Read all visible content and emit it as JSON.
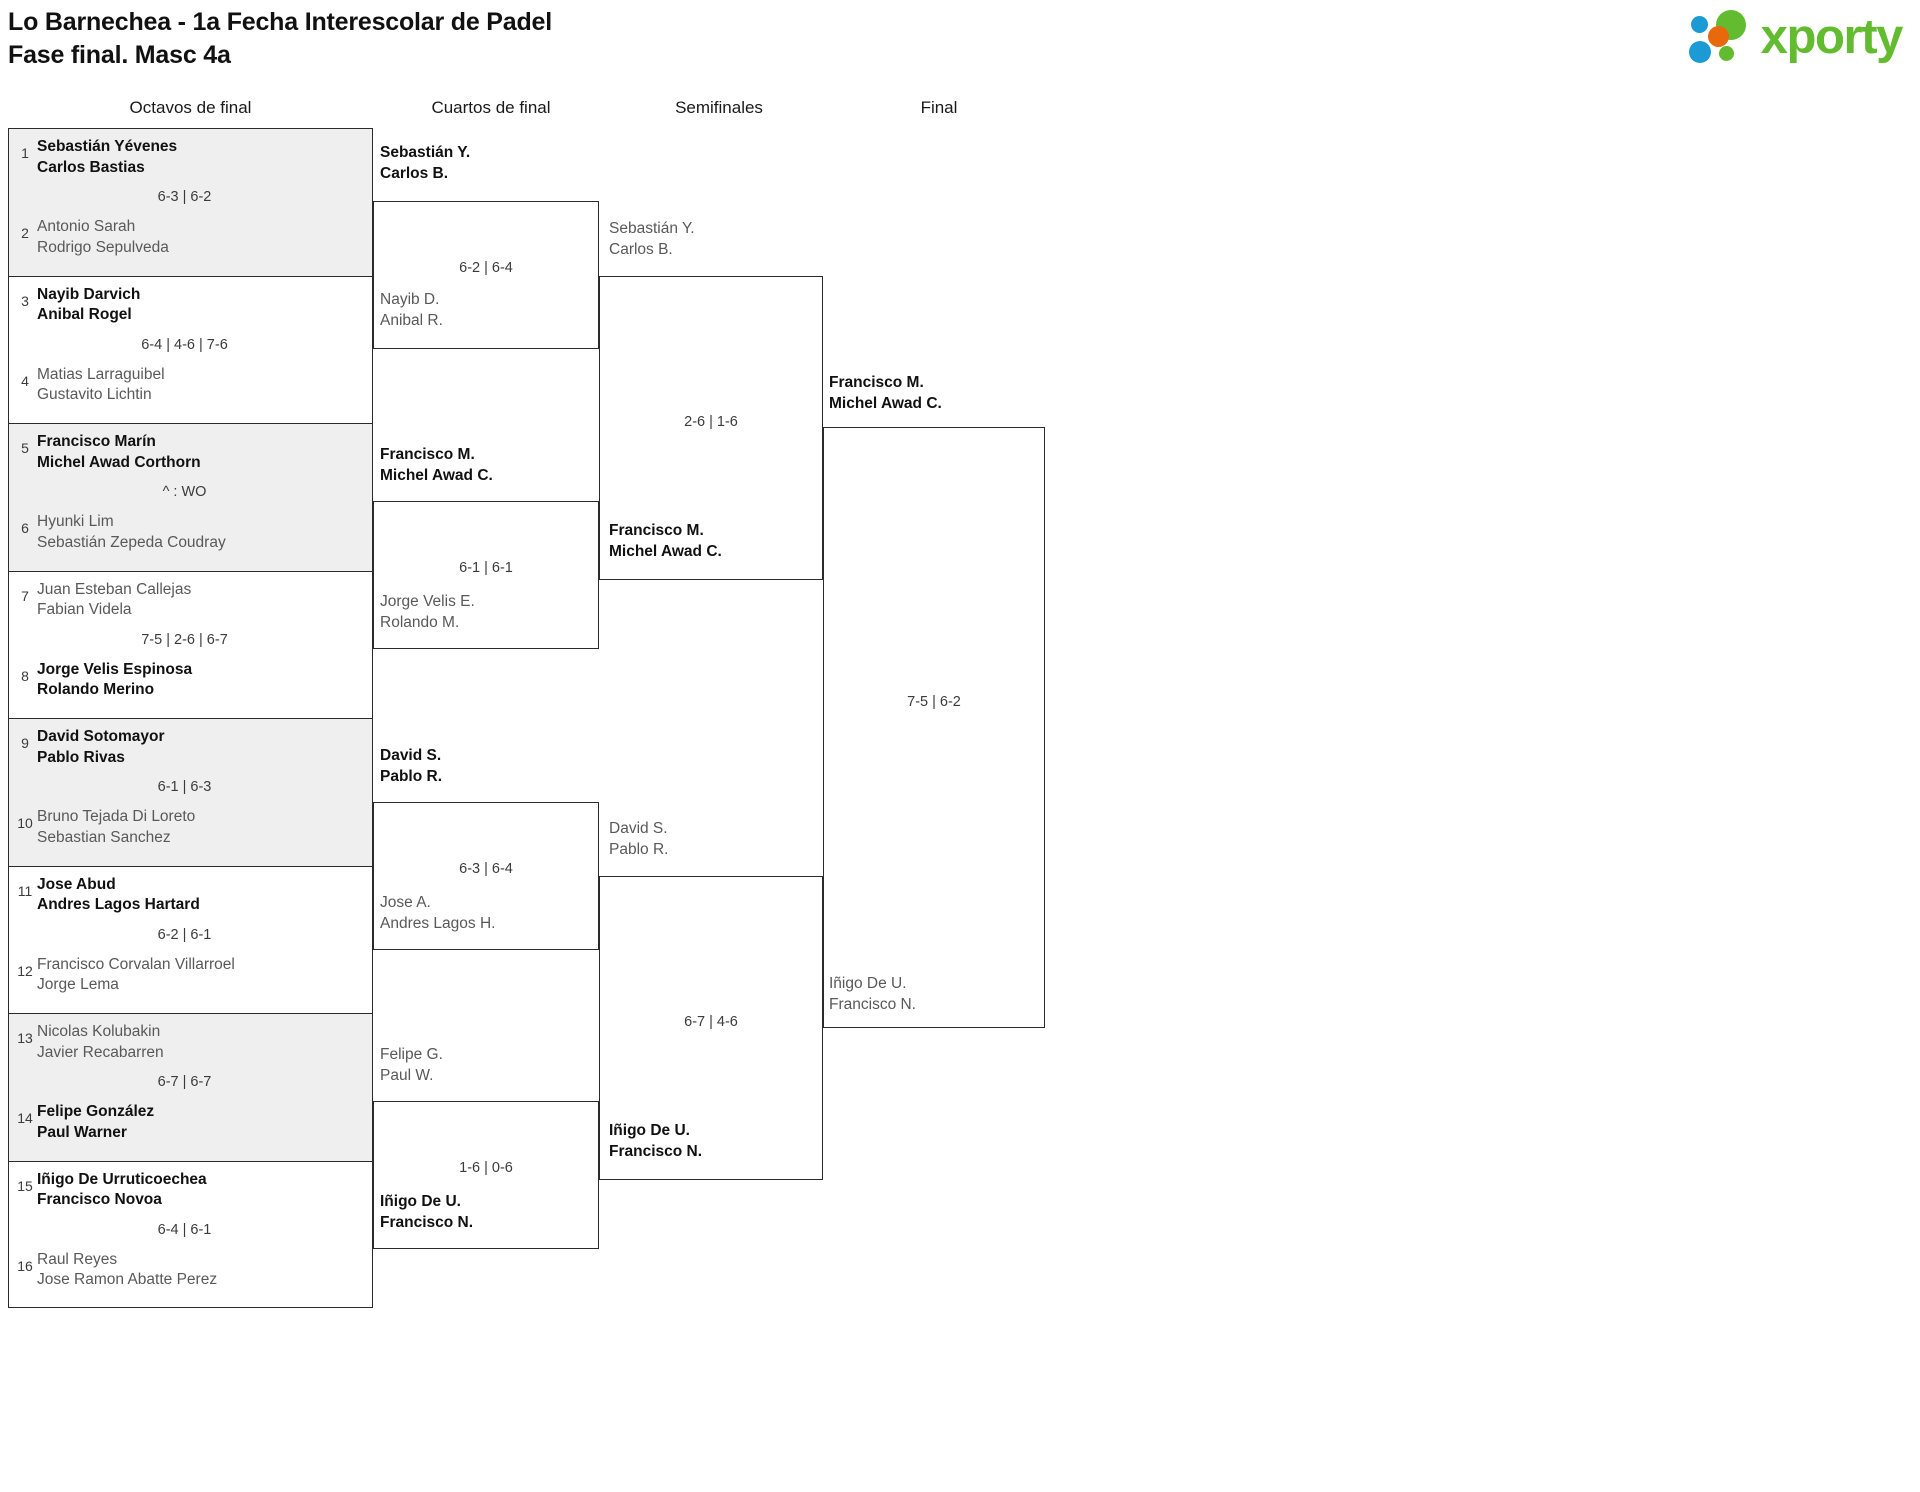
{
  "header": {
    "title_line1": "Lo Barnechea - 1a Fecha Interescolar de Padel",
    "title_line2": "Fase final. Masc 4a",
    "logo_text": "xporty"
  },
  "rounds": [
    {
      "label": "Octavos de final"
    },
    {
      "label": "Cuartos de final"
    },
    {
      "label": "Semifinales"
    },
    {
      "label": "Final"
    }
  ],
  "round_of_16": [
    {
      "seed_top": "1",
      "seed_bot": "2",
      "top": {
        "p1": "Sebastián Yévenes",
        "p2": "Carlos Bastias",
        "result": "winner"
      },
      "bot": {
        "p1": "Antonio Sarah",
        "p2": "Rodrigo Sepulveda",
        "result": "loser"
      },
      "score": "6-3 | 6-2"
    },
    {
      "seed_top": "3",
      "seed_bot": "4",
      "top": {
        "p1": "Nayib Darvich",
        "p2": "Anibal Rogel",
        "result": "winner"
      },
      "bot": {
        "p1": "Matias Larraguibel",
        "p2": "Gustavito Lichtin",
        "result": "loser"
      },
      "score": "6-4 | 4-6 | 7-6"
    },
    {
      "seed_top": "5",
      "seed_bot": "6",
      "top": {
        "p1": "Francisco Marín",
        "p2": "Michel Awad Corthorn",
        "result": "winner"
      },
      "bot": {
        "p1": "Hyunki Lim",
        "p2": "Sebastián Zepeda Coudray",
        "result": "loser"
      },
      "score": "^ : WO"
    },
    {
      "seed_top": "7",
      "seed_bot": "8",
      "top": {
        "p1": "Juan Esteban Callejas",
        "p2": "Fabian Videla",
        "result": "loser"
      },
      "bot": {
        "p1": "Jorge Velis Espinosa",
        "p2": "Rolando Merino",
        "result": "winner"
      },
      "score": "7-5 | 2-6 | 6-7"
    },
    {
      "seed_top": "9",
      "seed_bot": "10",
      "top": {
        "p1": "David Sotomayor",
        "p2": "Pablo Rivas",
        "result": "winner"
      },
      "bot": {
        "p1": "Bruno Tejada Di Loreto",
        "p2": "Sebastian Sanchez",
        "result": "loser"
      },
      "score": "6-1 | 6-3"
    },
    {
      "seed_top": "11",
      "seed_bot": "12",
      "top": {
        "p1": "Jose Abud",
        "p2": "Andres Lagos Hartard",
        "result": "winner"
      },
      "bot": {
        "p1": "Francisco Corvalan Villarroel",
        "p2": "Jorge Lema",
        "result": "loser"
      },
      "score": "6-2 | 6-1"
    },
    {
      "seed_top": "13",
      "seed_bot": "14",
      "top": {
        "p1": "Nicolas Kolubakin",
        "p2": "Javier Recabarren",
        "result": "loser"
      },
      "bot": {
        "p1": "Felipe González",
        "p2": "Paul Warner",
        "result": "winner"
      },
      "score": "6-7 | 6-7"
    },
    {
      "seed_top": "15",
      "seed_bot": "16",
      "top": {
        "p1": "Iñigo De Urruticoechea",
        "p2": "Francisco Novoa",
        "result": "winner"
      },
      "bot": {
        "p1": "Raul Reyes",
        "p2": "Jose Ramon Abatte Perez",
        "result": "loser"
      },
      "score": "6-4 | 6-1"
    }
  ],
  "quarterfinals": [
    {
      "top": {
        "p1": "Sebastián Y.",
        "p2": "Carlos B.",
        "result": "winner"
      },
      "bot": {
        "p1": "Nayib D.",
        "p2": "Anibal R.",
        "result": "loser"
      },
      "score": "6-2 | 6-4"
    },
    {
      "top": {
        "p1": "Francisco M.",
        "p2": "Michel Awad C.",
        "result": "winner"
      },
      "bot": {
        "p1": "Jorge Velis E.",
        "p2": "Rolando M.",
        "result": "loser"
      },
      "score": "6-1 | 6-1"
    },
    {
      "top": {
        "p1": "David S.",
        "p2": "Pablo R.",
        "result": "winner"
      },
      "bot": {
        "p1": "Jose A.",
        "p2": "Andres Lagos H.",
        "result": "loser"
      },
      "score": "6-3 | 6-4"
    },
    {
      "top": {
        "p1": "Felipe G.",
        "p2": "Paul W.",
        "result": "loser"
      },
      "bot": {
        "p1": "Iñigo De U.",
        "p2": "Francisco N.",
        "result": "winner"
      },
      "score": "1-6 | 0-6"
    }
  ],
  "semifinals": [
    {
      "top": {
        "p1": "Sebastián Y.",
        "p2": "Carlos B.",
        "result": "loser"
      },
      "bot": {
        "p1": "Francisco M.",
        "p2": "Michel Awad C.",
        "result": "winner"
      },
      "score": "2-6 | 1-6"
    },
    {
      "top": {
        "p1": "David S.",
        "p2": "Pablo R.",
        "result": "loser"
      },
      "bot": {
        "p1": "Iñigo De U.",
        "p2": "Francisco N.",
        "result": "winner"
      },
      "score": "6-7 | 4-6"
    }
  ],
  "final": {
    "top": {
      "p1": "Francisco M.",
      "p2": "Michel Awad C.",
      "result": "winner"
    },
    "bot": {
      "p1": "Iñigo De U.",
      "p2": "Francisco N.",
      "result": "loser"
    },
    "score": "7-5 | 6-2"
  }
}
